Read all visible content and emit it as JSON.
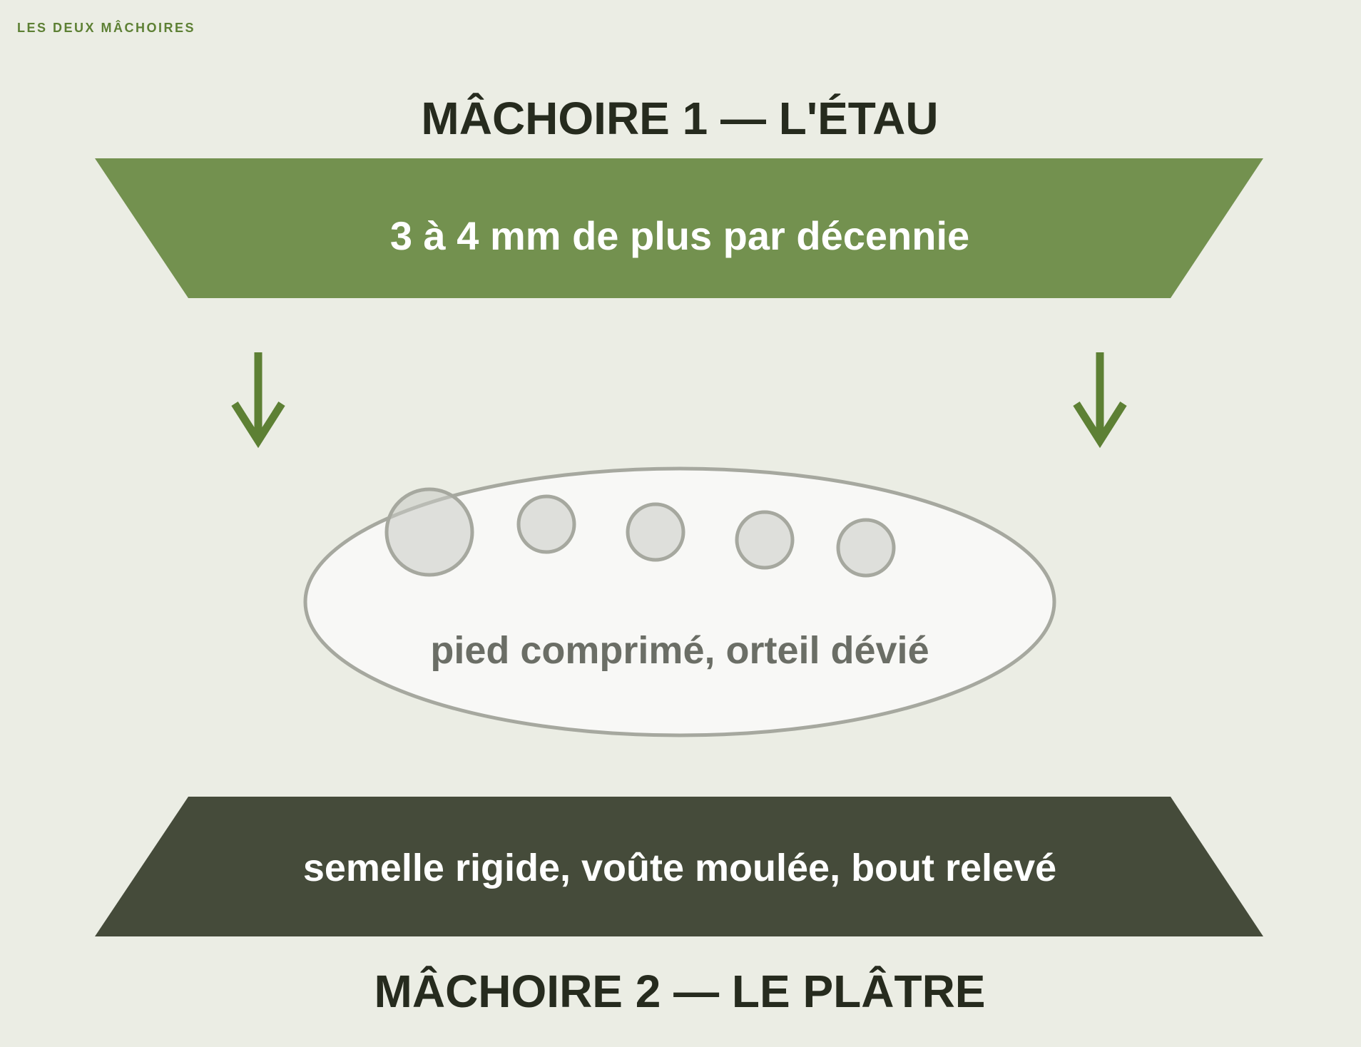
{
  "header": {
    "kicker": "LES DEUX MÂCHOIRES"
  },
  "jaw_top": {
    "title": "MÂCHOIRE 1 — L'ÉTAU",
    "band_text": "3 à 4 mm de plus par décennie"
  },
  "foot": {
    "caption": "pied comprimé, orteil dévié"
  },
  "jaw_bottom": {
    "band_text": "semelle rigide, voûte moulée, bout relevé",
    "title": "MÂCHOIRE 2 — LE PLÂTRE"
  },
  "colors": {
    "background": "#ebede4",
    "accent_green": "#73914f",
    "arrow_green": "#5d8034",
    "dark_jaw": "#454b3a",
    "title_text": "#262b1e",
    "foot_fill": "#f8f8f6",
    "foot_stroke": "#a6a89f",
    "foot_text": "#6b6e66"
  }
}
